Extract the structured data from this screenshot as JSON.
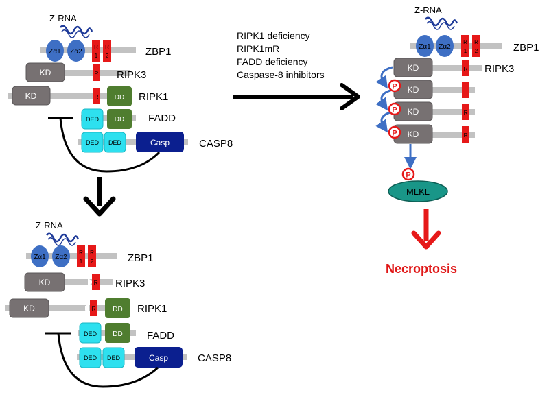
{
  "colors": {
    "backbone": "#c2c2c2",
    "kd": "#777172",
    "rhim": "#e61919",
    "za": "#3e6fc4",
    "dd": "#4f7d2f",
    "ded": "#2ee0ef",
    "casp": "#0b1f8f",
    "mlkl": "#199688",
    "phospho": "#e61919",
    "necroptosis": "#e01818"
  },
  "labels": {
    "zrna": "Z-RNA",
    "za1": "Zα1",
    "za2": "Zα2",
    "r": "R",
    "r1": "1",
    "r2": "2",
    "kd": "KD",
    "dd": "DD",
    "ded": "DED",
    "casp": "Casp",
    "p": "P",
    "zbp1": "ZBP1",
    "ripk3": "RIPK3",
    "ripk1": "RIPK1",
    "fadd": "FADD",
    "casp8": "CASP8",
    "mlkl": "MLKL",
    "necroptosis": "Necroptosis"
  },
  "conditions": [
    "RIPK1 deficiency",
    "RIPK1mR",
    "FADD deficiency",
    "Caspase-8 inhibitors"
  ]
}
